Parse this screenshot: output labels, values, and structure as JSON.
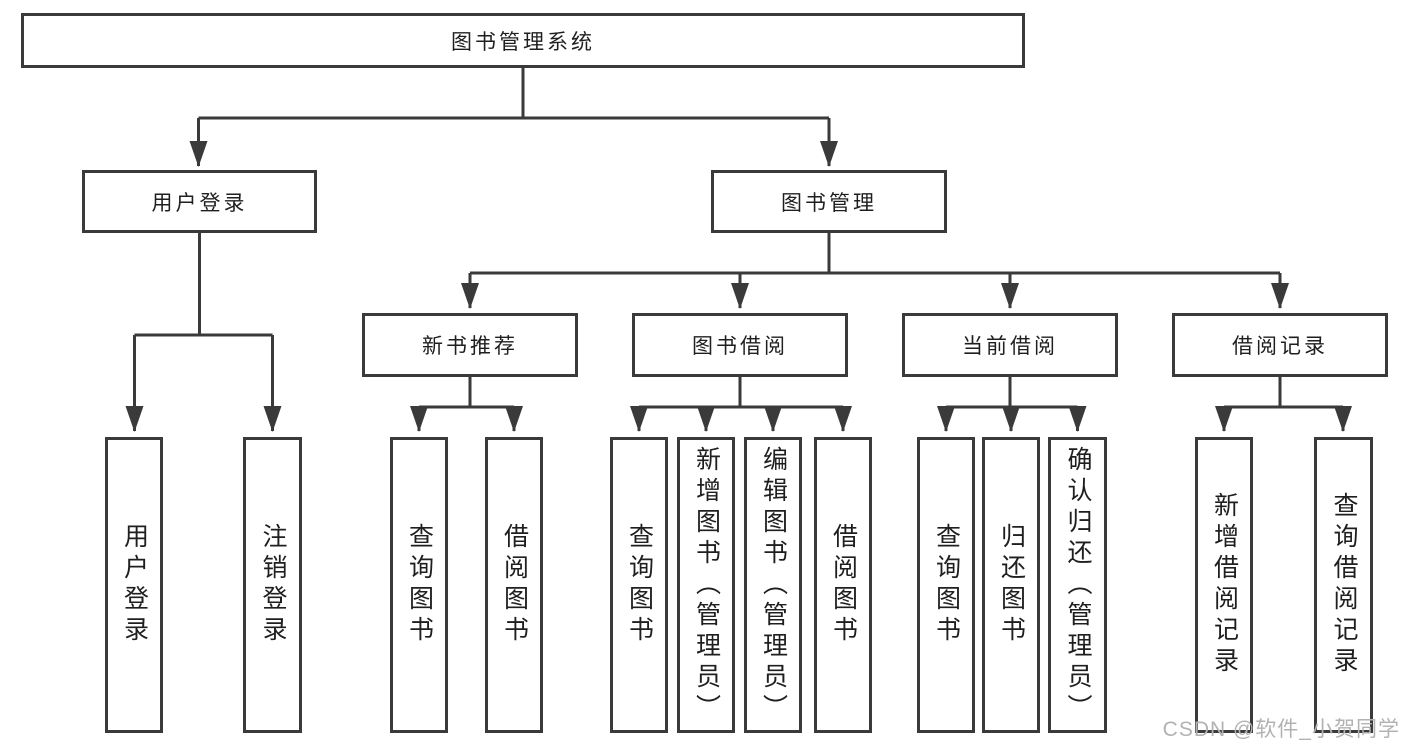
{
  "diagram_type": "hierarchy-tree",
  "colors": {
    "line": "#3a3a3a",
    "text": "#1f1f1f",
    "box_background": "#ffffff",
    "watermark": "#b2b2b2"
  },
  "tree": {
    "root": {
      "label": "图书管理系统",
      "children": [
        {
          "label": "用户登录",
          "children": [
            {
              "label": "用户登录"
            },
            {
              "label": "注销登录"
            }
          ]
        },
        {
          "label": "图书管理",
          "children": [
            {
              "label": "新书推荐",
              "children": [
                {
                  "label": "查询图书"
                },
                {
                  "label": "借阅图书"
                }
              ]
            },
            {
              "label": "图书借阅",
              "children": [
                {
                  "label": "查询图书"
                },
                {
                  "label": "新增图书（管理员）"
                },
                {
                  "label": "编辑图书（管理员）"
                },
                {
                  "label": "借阅图书"
                }
              ]
            },
            {
              "label": "当前借阅",
              "children": [
                {
                  "label": "查询图书"
                },
                {
                  "label": "归还图书"
                },
                {
                  "label": "确认归还（管理员）"
                }
              ]
            },
            {
              "label": "借阅记录",
              "children": [
                {
                  "label": "新增借阅记录"
                },
                {
                  "label": "查询借阅记录"
                }
              ]
            }
          ]
        }
      ]
    }
  },
  "watermark": {
    "text": "CSDN @软件_小贺同学"
  }
}
